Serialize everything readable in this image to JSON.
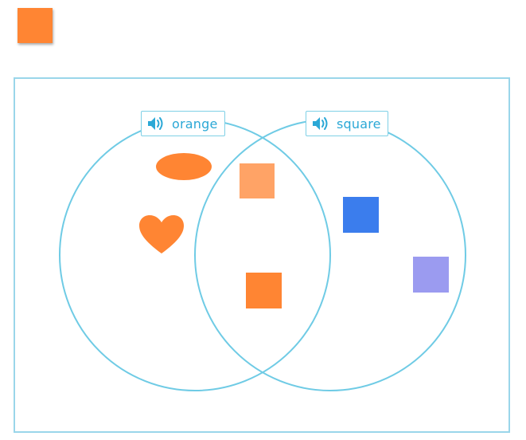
{
  "piece": {
    "shape": "square",
    "color": "#ff8533"
  },
  "sets": [
    {
      "label": "orange",
      "icon": "speaker-icon"
    },
    {
      "label": "square",
      "icon": "speaker-icon"
    }
  ],
  "items": [
    {
      "shape": "ellipse",
      "color": "#ff8533",
      "region": "orange-only"
    },
    {
      "shape": "heart",
      "color": "#ff8533",
      "region": "orange-only"
    },
    {
      "shape": "square",
      "color": "#ffa366",
      "region": "both"
    },
    {
      "shape": "square",
      "color": "#ff8533",
      "region": "both"
    },
    {
      "shape": "square",
      "color": "#3b7ded",
      "region": "square-only"
    },
    {
      "shape": "square",
      "color": "#9b9bf0",
      "region": "square-only"
    }
  ],
  "colors": {
    "circle_stroke": "#6fcbe5",
    "board_border": "#9ad6ea",
    "label_text": "#2ba8d6"
  }
}
